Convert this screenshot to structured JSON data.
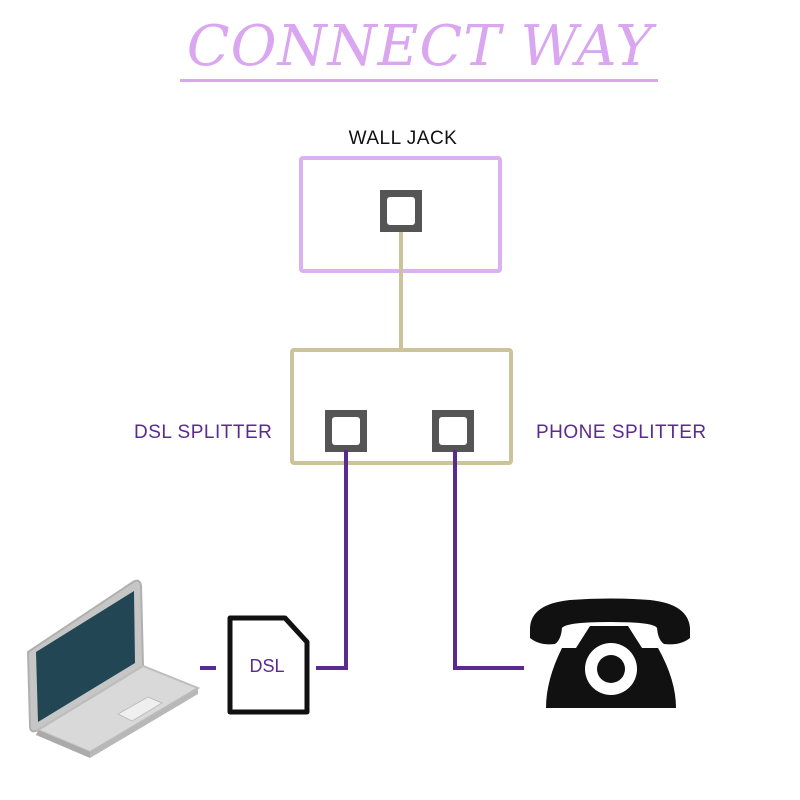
{
  "title": "CONNECT WAY",
  "wall_jack": {
    "label": "WALL JACK"
  },
  "splitter": {
    "dsl_label": "DSL SPLITTER",
    "phone_label": "PHONE SPLITTER"
  },
  "dsl_modem": {
    "label": "DSL"
  },
  "colors": {
    "title": "#d9a6ef",
    "wall_box": "#dcb1ef",
    "splitter_box": "#cbc49a",
    "cable": "#5b2a91",
    "label_purple": "#5b2a91",
    "laptop_screen": "#234654"
  },
  "icons": {
    "laptop": "laptop-icon",
    "phone": "telephone-icon",
    "modem": "dsl-modem-icon",
    "port": "port-icon"
  }
}
